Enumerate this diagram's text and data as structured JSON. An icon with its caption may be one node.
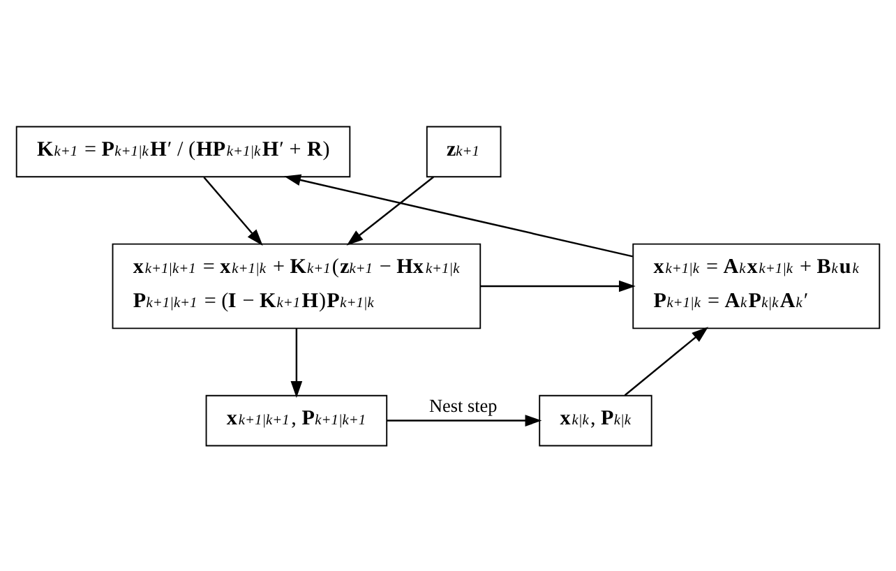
{
  "diagram": {
    "nodes": [
      {
        "text": [
          "**K**$_{k+1}$ = **P**$_{k+1|k}$**H**′ / (**HP**$_{k+1|k}$**H**′ + **R**)"
        ]
      },
      {
        "text": [
          "**z**$_{k+1}$"
        ]
      },
      {
        "text": [
          "**x**$_{k+1|k}$ = **A**$_{k}$**x**$_{k+1|k}$ + **B**$_{k}$**u**$_{k}$",
          "**P**$_{k+1|k}$ = **A**$_{k}$**P**$_{k|k}$**A**$_{k}$′"
        ]
      },
      {
        "text": [
          "**x**$_{k+1|k+1}$ = **x**$_{k+1|k}$ + **K**$_{k+1}$(**z**$_{k+1}$ − **Hx**$_{k+1|k}$",
          "**P**$_{k+1|k+1}$ = (**I** − **K**$_{k+1}$**H**)**P**$_{k+1|k}$"
        ]
      },
      {
        "text": [
          "**x**$_{k|k}$, **P**$_{k|k}$"
        ]
      },
      {
        "text": [
          "**x**$_{k+1|k+1}$, **P**$_{k+1|k+1}$"
        ]
      }
    ],
    "edges": [
      {
        "from": 2,
        "to": 0,
        "arrow": "to"
      },
      {
        "from": 0,
        "to": 3,
        "arrow": "to"
      },
      {
        "from": 1,
        "to": 3,
        "arrow": "to"
      },
      {
        "from": 3,
        "to": 2,
        "arrow": "to"
      },
      {
        "from": 4,
        "to": 2,
        "arrow": "to"
      },
      {
        "from": 3,
        "to": 5,
        "arrow": "to"
      },
      {
        "from": 5,
        "to": 4,
        "arrow": "to",
        "label": "Nest step"
      }
    ]
  }
}
